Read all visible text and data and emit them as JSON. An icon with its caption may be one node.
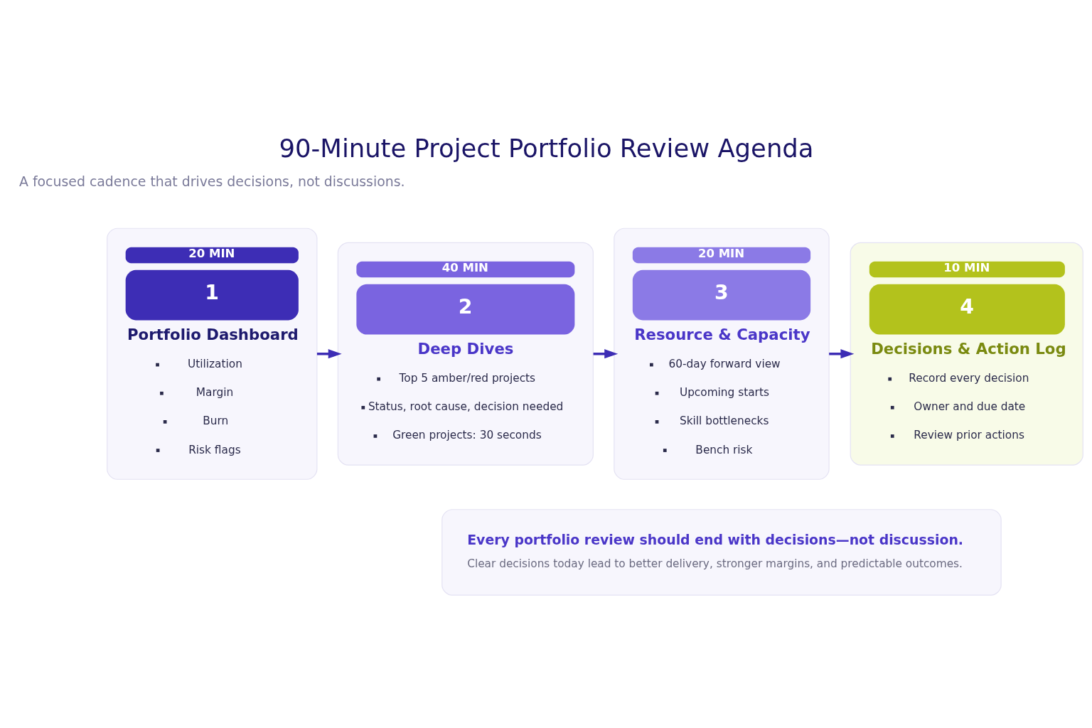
{
  "diagram": {
    "title": "90-Minute Project Portfolio Review Agenda",
    "nodes": [
      {
        "text": [
          "20 MIN",
          "1",
          "Portfolio Dashboard",
          "Utilization",
          "Margin",
          "Burn",
          "Risk flags"
        ]
      },
      {
        "text": [
          "40 MIN",
          "2",
          "Deep Dives",
          "Top 5 amber/red projects",
          "Status, root cause, decision needed",
          "Green projects: 30 seconds"
        ]
      },
      {
        "text": [
          "20 MIN",
          "3",
          "Resource & Capacity",
          "60-day forward view",
          "Upcoming starts",
          "Skill bottlenecks",
          "Bench risk"
        ]
      },
      {
        "text": [
          "10 MIN",
          "4",
          "Decisions & Action Log",
          "Record every decision",
          "Owner and due date",
          "Review prior actions"
        ]
      },
      {
        "text": [
          "Every portfolio review should end with decisions—not discussion.",
          "Clear decisions today lead to better delivery, stronger margins, and predictable outcomes."
        ]
      }
    ],
    "edges": [
      {
        "from": 0,
        "to": 1,
        "arrow": "to"
      },
      {
        "from": 1,
        "to": 2,
        "arrow": "to"
      },
      {
        "from": 2,
        "to": 3,
        "arrow": "to"
      }
    ],
    "labels": [
      "A focused cadence that drives decisions, not discussions."
    ]
  }
}
